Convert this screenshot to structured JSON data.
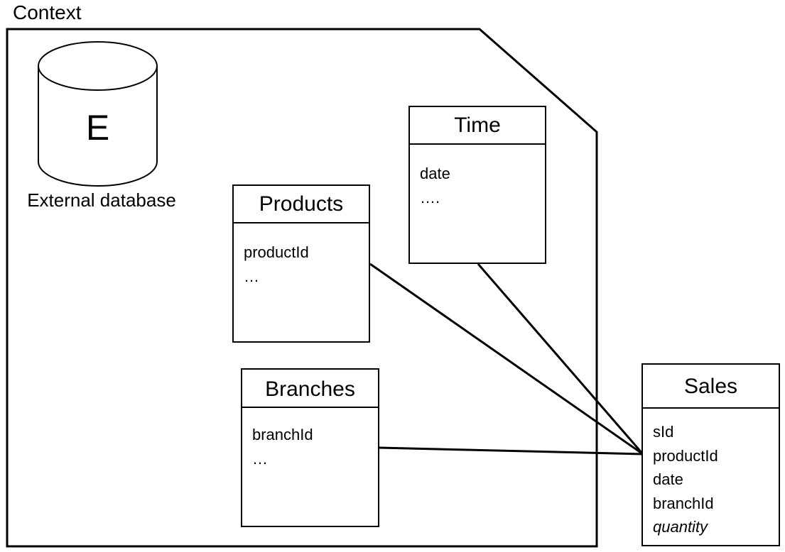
{
  "title": "Context",
  "database": {
    "letter": "E",
    "label": "External database"
  },
  "entities": {
    "time": {
      "name": "Time",
      "fields": [
        "date",
        "…."
      ]
    },
    "products": {
      "name": "Products",
      "fields": [
        "productId",
        "…"
      ]
    },
    "branches": {
      "name": "Branches",
      "fields": [
        "branchId",
        "…"
      ]
    },
    "sales": {
      "name": "Sales",
      "fields": [
        "sId",
        "productId",
        "date",
        "branchId",
        "quantity"
      ]
    }
  }
}
